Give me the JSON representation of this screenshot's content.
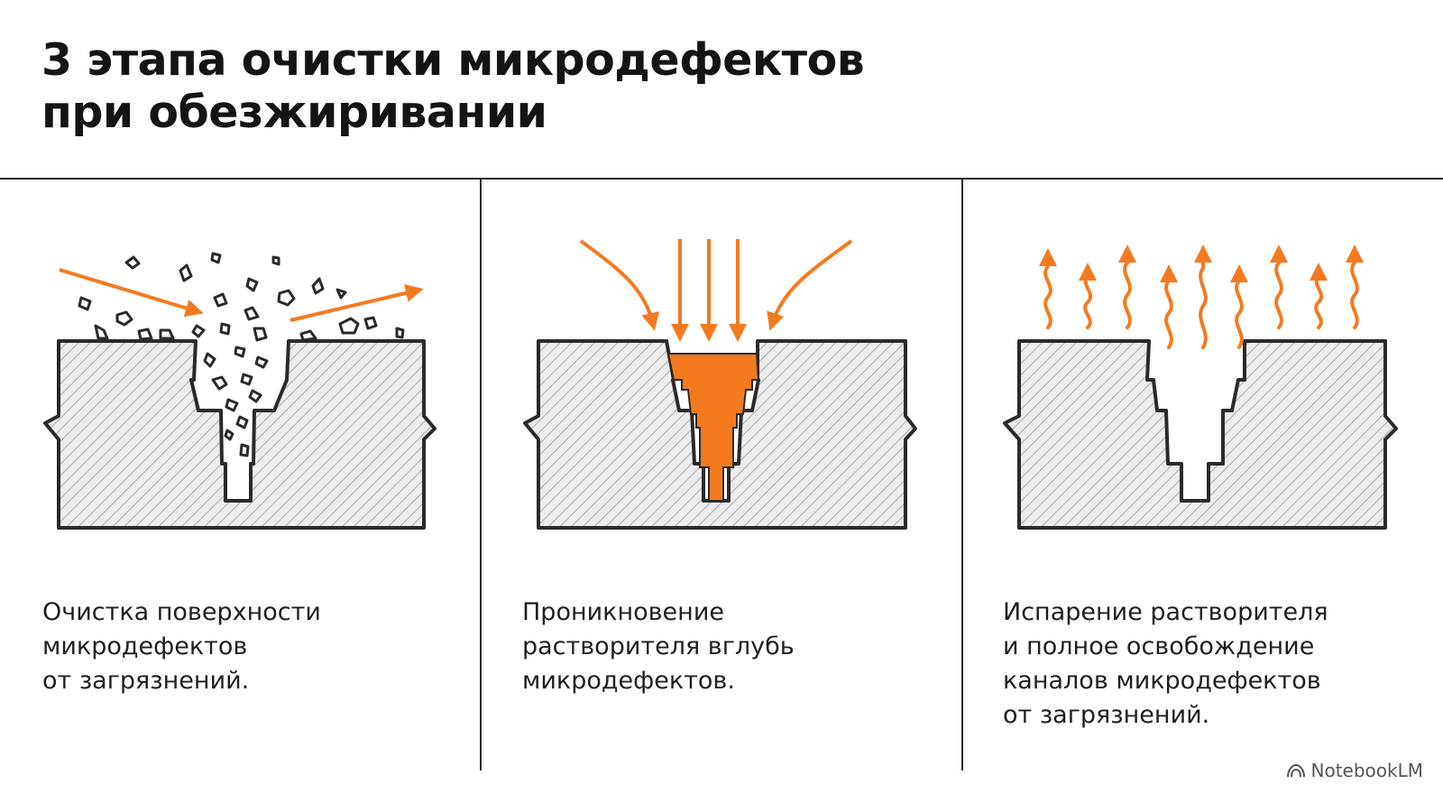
{
  "header": {
    "title_line1": "3 этапа очистки микродефектов",
    "title_line2": "при обезжиривании"
  },
  "colors": {
    "accent": "#F47A20",
    "outline": "#2a2a2a",
    "hatch": "#9a9a9a",
    "fill": "#ececec"
  },
  "stages": [
    {
      "line1": "Очистка поверхности",
      "line2": "микродефектов",
      "line3": "от загрязнений."
    },
    {
      "line1": "Проникновение",
      "line2": "растворителя вглубь",
      "line3": "микродефектов."
    },
    {
      "line1": "Испарение растворителя",
      "line2": "и полное освобождение",
      "line3": "каналов микродефектов",
      "line4": "от загрязнений."
    }
  ],
  "icons": [
    "dirt-particles-icon",
    "incoming-arrow-icon",
    "outgoing-arrow-icon",
    "solvent-arrow-icon",
    "vapor-arrow-icon",
    "notebooklm-logo-icon"
  ],
  "footer": {
    "brand": "NotebookLM"
  }
}
